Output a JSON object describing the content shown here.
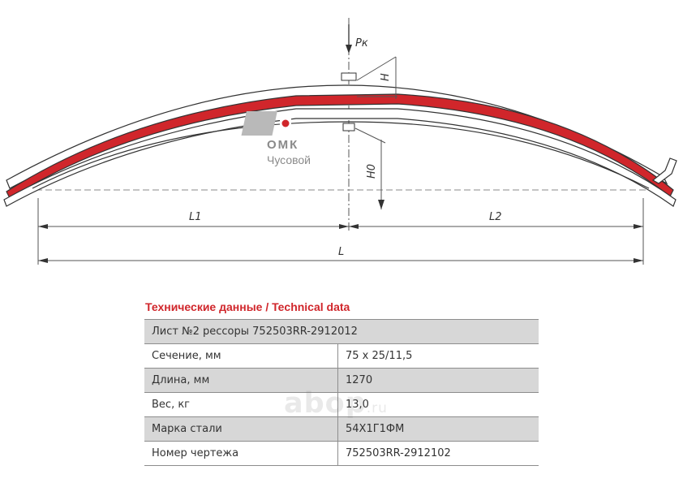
{
  "drawing": {
    "load_label": "Pк",
    "height_label": "H",
    "free_height_label": "H0",
    "l1_label": "L1",
    "l2_label": "L2",
    "total_label": "L",
    "leaf_color": "#d0262b"
  },
  "brand": {
    "logo_text": "ОМК",
    "subtitle": "Чусовой",
    "accent_color": "#d0262b"
  },
  "table": {
    "title": "Технические данные / Technical data",
    "header": "Лист №2 рессоры 752503RR-2912012",
    "rows": [
      {
        "label": "Сечение, мм",
        "value": "75 x 25/11,5"
      },
      {
        "label": "Длина, мм",
        "value": "1270"
      },
      {
        "label": "Вес, кг",
        "value": "13,0"
      },
      {
        "label": "Марка стали",
        "value": "54Х1Г1ФМ"
      },
      {
        "label": "Номер чертежа",
        "value": "752503RR-2912102"
      }
    ]
  },
  "watermark": {
    "main": "abop",
    "suffix": ".ru"
  }
}
